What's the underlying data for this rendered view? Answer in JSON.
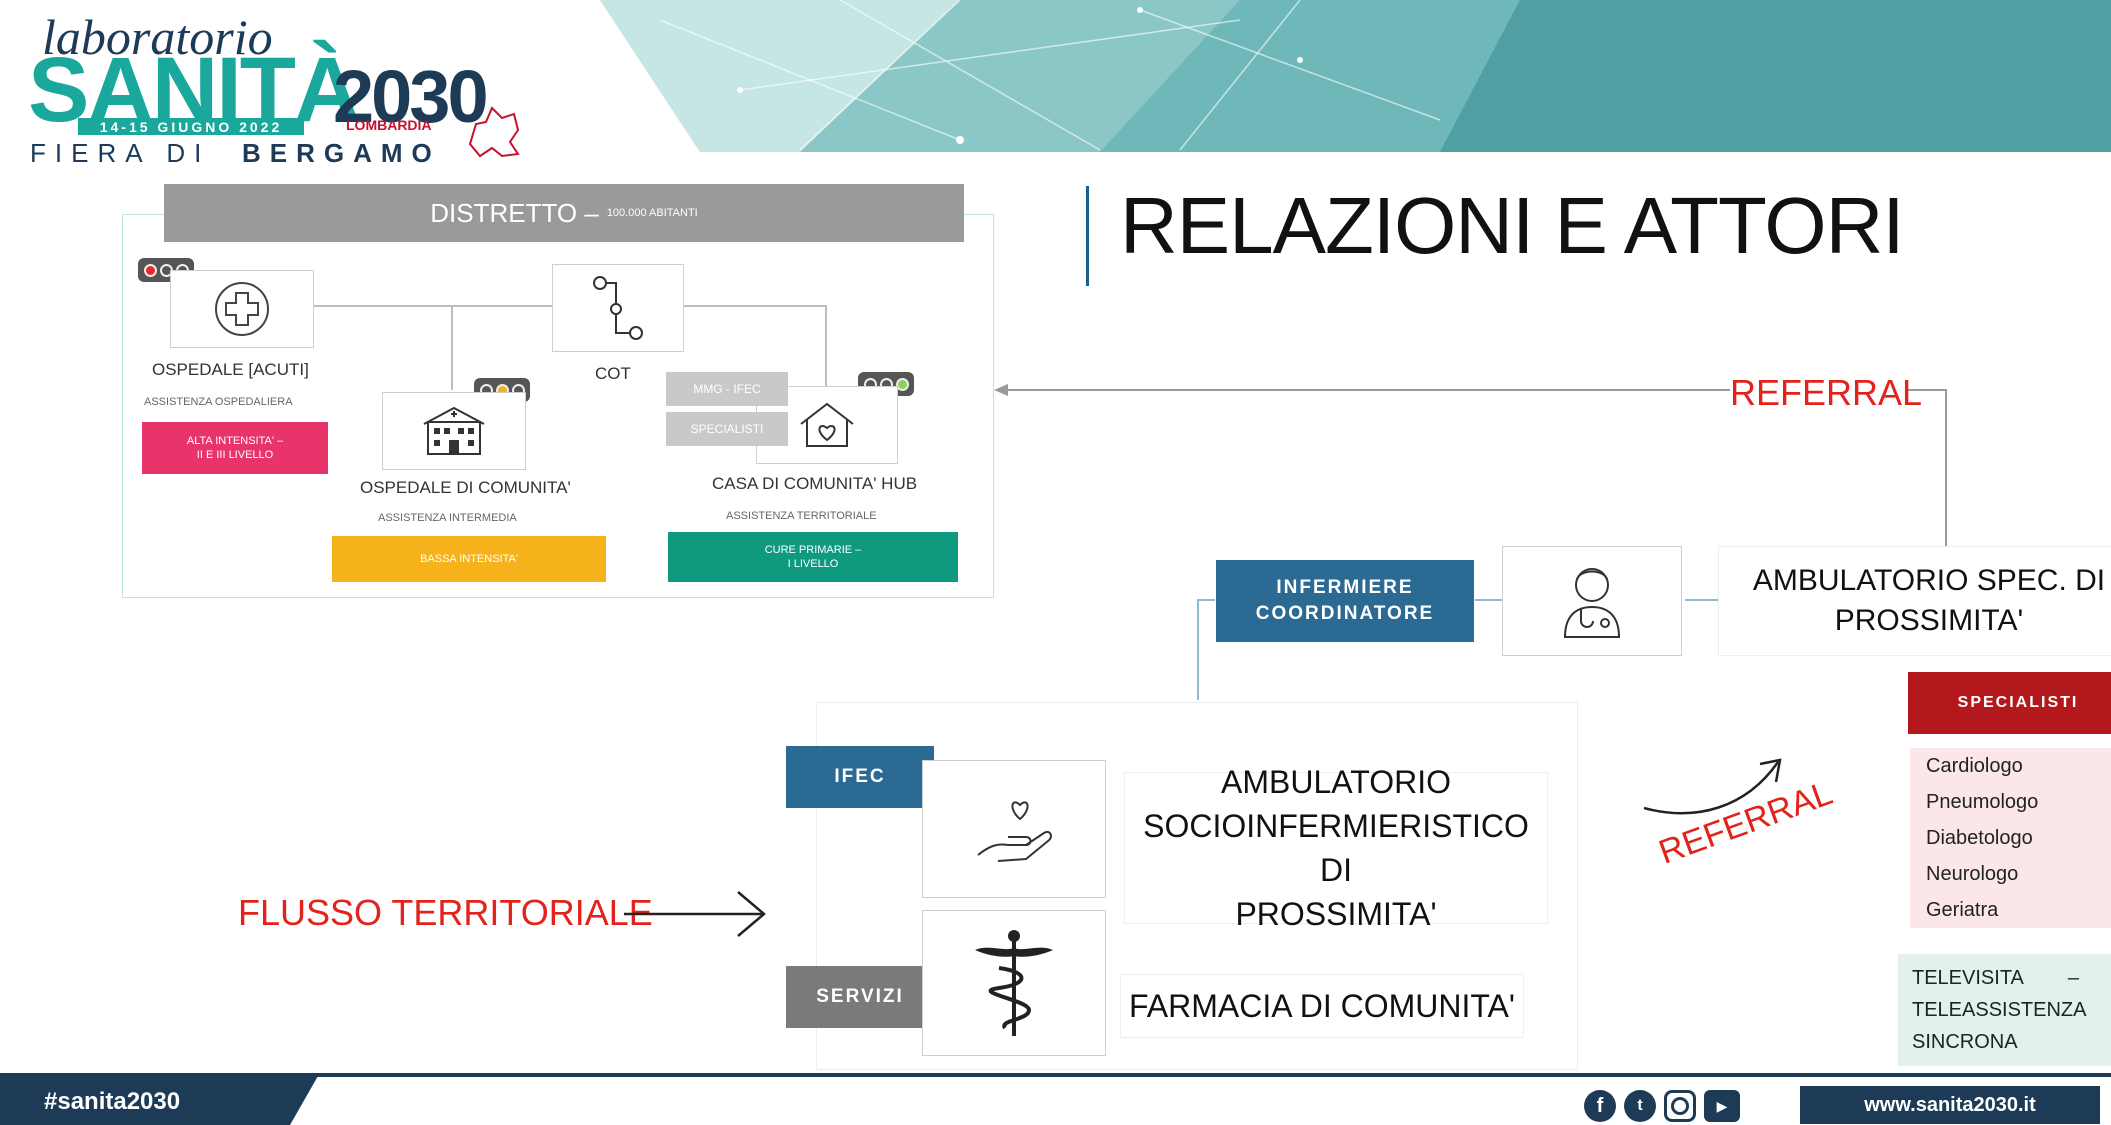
{
  "logo": {
    "lab": "laboratorio",
    "sanita": "SANITÀ",
    "year": "2030",
    "date": "14-15 GIUGNO 2022",
    "region": "LOMBARDIA",
    "fiera": "FIERA DI",
    "bergamo": "BERGAMO"
  },
  "district": {
    "title": "DISTRETTO –",
    "subtitle": "100.000 ABITANTI",
    "ospedale": {
      "label": "OSPEDALE [ACUTI]",
      "sub": "ASSISTENZA OSPEDALIERA",
      "tag1": "ALTA INTENSITA' –",
      "tag2": "II E III LIVELLO",
      "tag_color": "#e8336b"
    },
    "cot": {
      "label": "COT"
    },
    "odc": {
      "label": "OSPEDALE DI COMUNITA'",
      "sub": "ASSISTENZA INTERMEDIA",
      "tag": "BASSA INTENSITA'",
      "tag_color": "#f6b21a"
    },
    "cdc": {
      "label": "CASA DI COMUNITA' HUB",
      "sub": "ASSISTENZA TERRITORIALE",
      "tag1": "CURE PRIMARIE –",
      "tag2": "I LIVELLO",
      "tag_color": "#0f9a80",
      "mmg": "MMG - IFEC",
      "spec": "SPECIALISTI"
    }
  },
  "title": "RELAZIONI E ATTORI",
  "referral_top": "REFERRAL",
  "infermiere": {
    "line1": "INFERMIERE",
    "line2": "COORDINATORE"
  },
  "amb_spec": {
    "line1": "AMBULATORIO SPEC. DI",
    "line2": "PROSSIMITA'"
  },
  "specialisti": {
    "header": "SPECIALISTI",
    "items": [
      "Cardiologo",
      "Pneumologo",
      "Diabetologo",
      "Neurologo",
      "Geriatra"
    ]
  },
  "tele": {
    "line1": "TELEVISITA",
    "line2": "TELEASSISTENZA",
    "line3": "SINCRONA",
    "dash": "–"
  },
  "referral_diag": "REFERRAL",
  "ifec": "IFEC",
  "amb_socio": {
    "line1": "AMBULATORIO",
    "line2": "SOCIOINFERMIERISTICO DI",
    "line3": "PROSSIMITA'"
  },
  "servizi": "SERVIZI",
  "farmacia": "FARMACIA DI COMUNITA'",
  "flusso": "FLUSSO TERRITORIALE",
  "footer": {
    "hashtag": "#sanita2030",
    "website": "www.sanita2030.it"
  },
  "icons": [
    "cross-icon",
    "flow-icon",
    "hospital-building-icon",
    "home-heart-icon",
    "doctor-icon",
    "hand-heart-icon",
    "caduceus-icon",
    "facebook-icon",
    "twitter-icon",
    "instagram-icon",
    "youtube-icon"
  ],
  "colors": {
    "teal": "#1aa79c",
    "navy": "#1d3b57",
    "blue_box": "#2a6a93",
    "red": "#e3231b"
  }
}
